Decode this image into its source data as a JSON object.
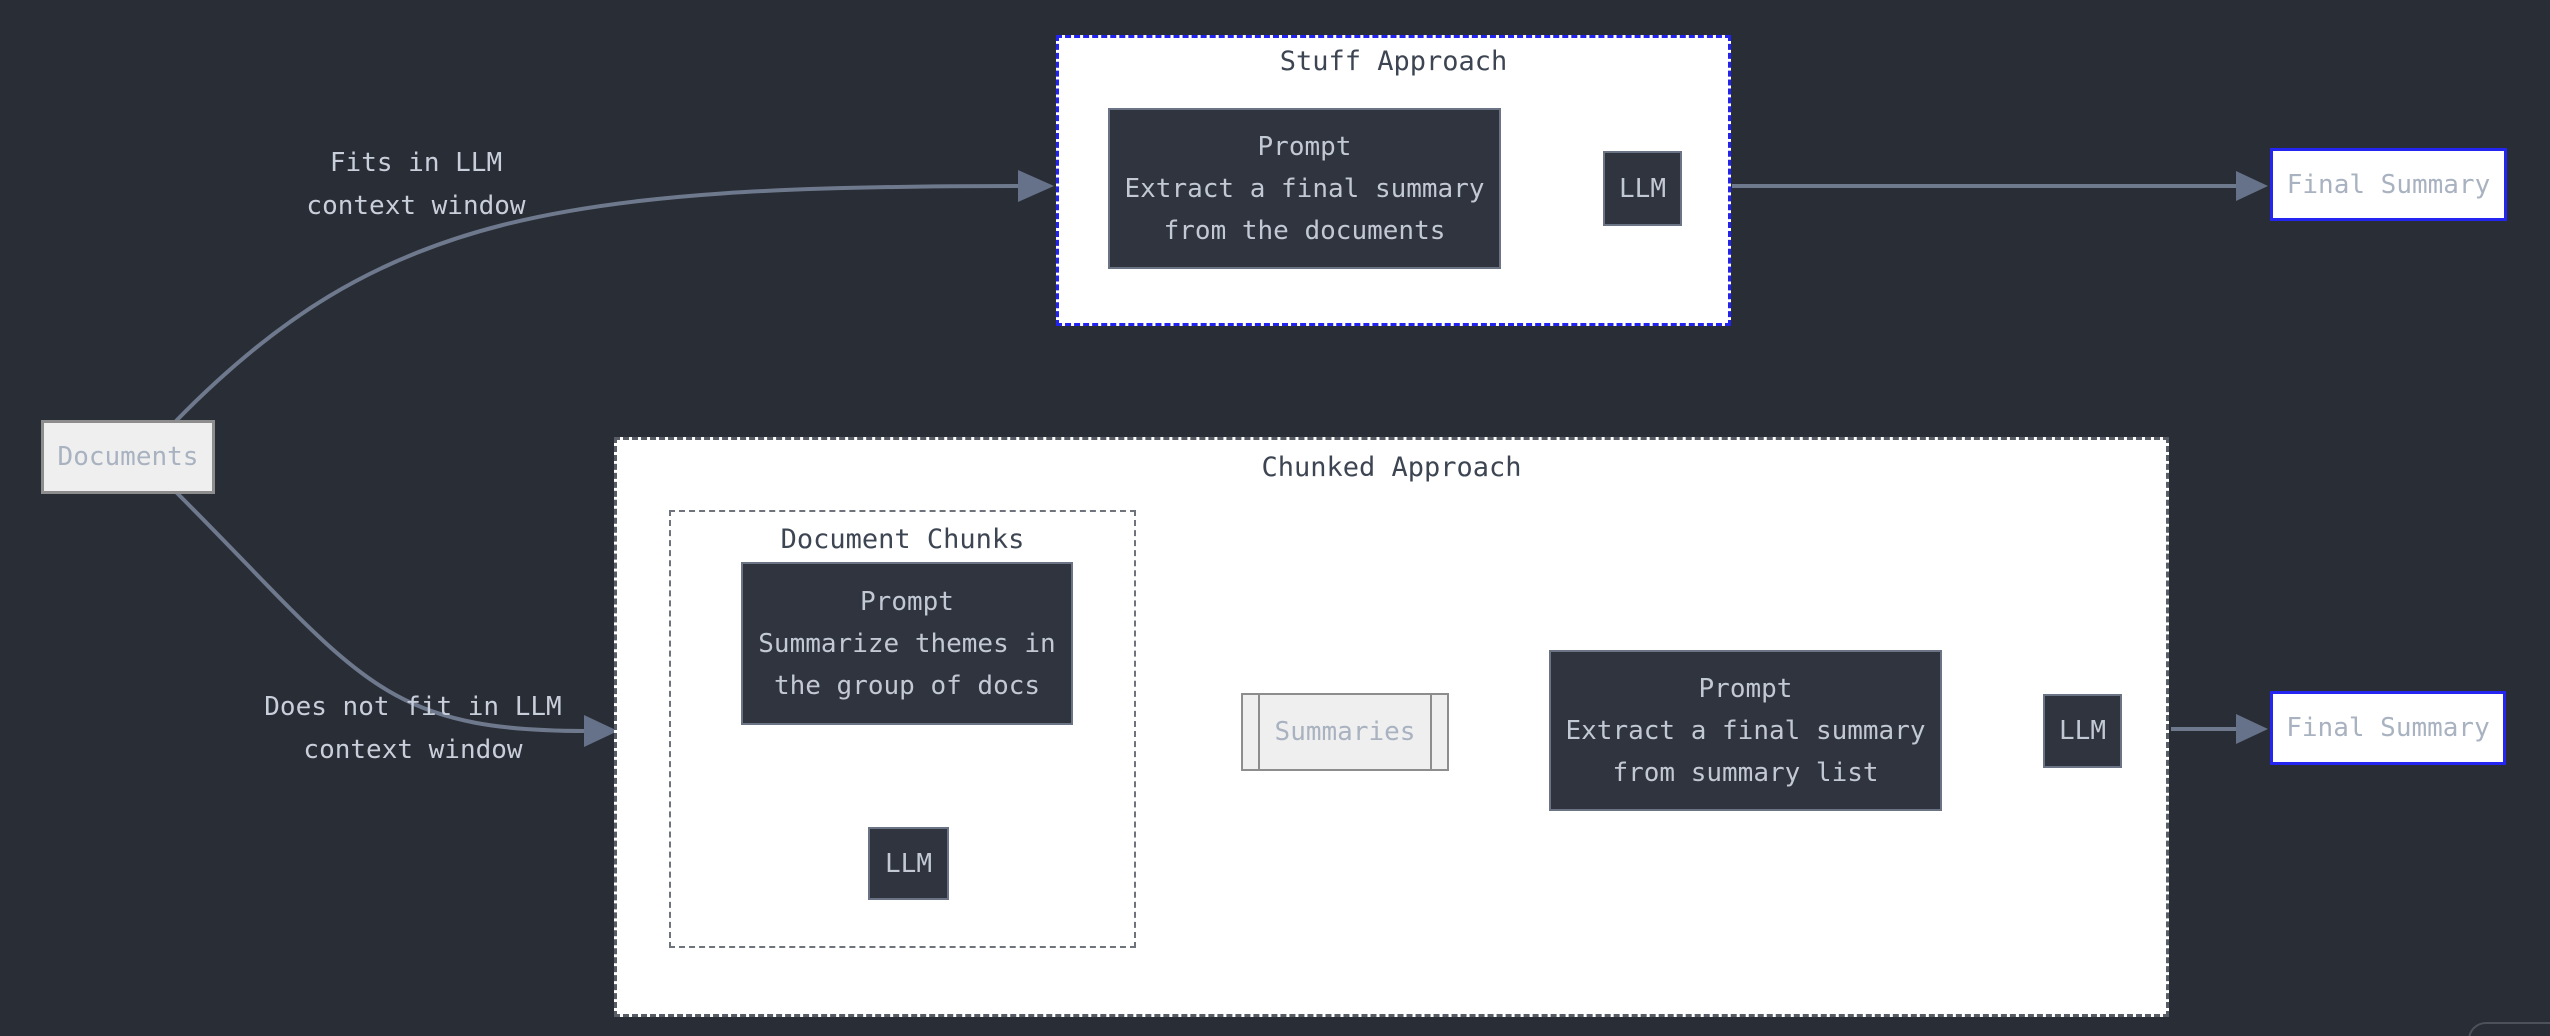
{
  "diagram": {
    "edge_labels": {
      "fits": {
        "line1": "Fits in LLM",
        "line2": "context window"
      },
      "does_not_fit": {
        "line1": "Does not fit in LLM",
        "line2": "context window"
      }
    },
    "nodes": {
      "documents": {
        "label": "Documents"
      },
      "stuff_container": {
        "title": "Stuff Approach"
      },
      "stuff_prompt": {
        "lines": [
          "Prompt",
          "Extract a final summary",
          "from the documents"
        ]
      },
      "stuff_llm": {
        "label": "LLM"
      },
      "final_summary_top": {
        "label": "Final Summary"
      },
      "chunked_container": {
        "title": "Chunked Approach"
      },
      "document_chunks": {
        "title": "Document Chunks"
      },
      "chunk_prompt": {
        "lines": [
          "Prompt",
          "Summarize themes in",
          "the group of docs"
        ]
      },
      "chunk_llm": {
        "label": "LLM"
      },
      "summaries": {
        "label": "Summaries"
      },
      "reduce_prompt": {
        "lines": [
          "Prompt",
          "Extract a final summary",
          "from summary list"
        ]
      },
      "reduce_llm": {
        "label": "LLM"
      },
      "final_summary_bottom": {
        "label": "Final Summary"
      }
    },
    "colors": {
      "background": "#292d35",
      "container_fill": "#ffffff",
      "dark_node_fill": "#2f343e",
      "dark_node_border": "#6b7485",
      "dark_node_text": "#c2c9d4",
      "light_node_fill": "#efefef",
      "light_node_border": "#8d8d8d",
      "light_node_text": "#a9b2c0",
      "selection_blue": "#2323f0",
      "final_border_blue": "#2525f2",
      "edge": "#6e798d",
      "label_text": "#c9cfda",
      "container_title_text": "#3d4553"
    }
  }
}
